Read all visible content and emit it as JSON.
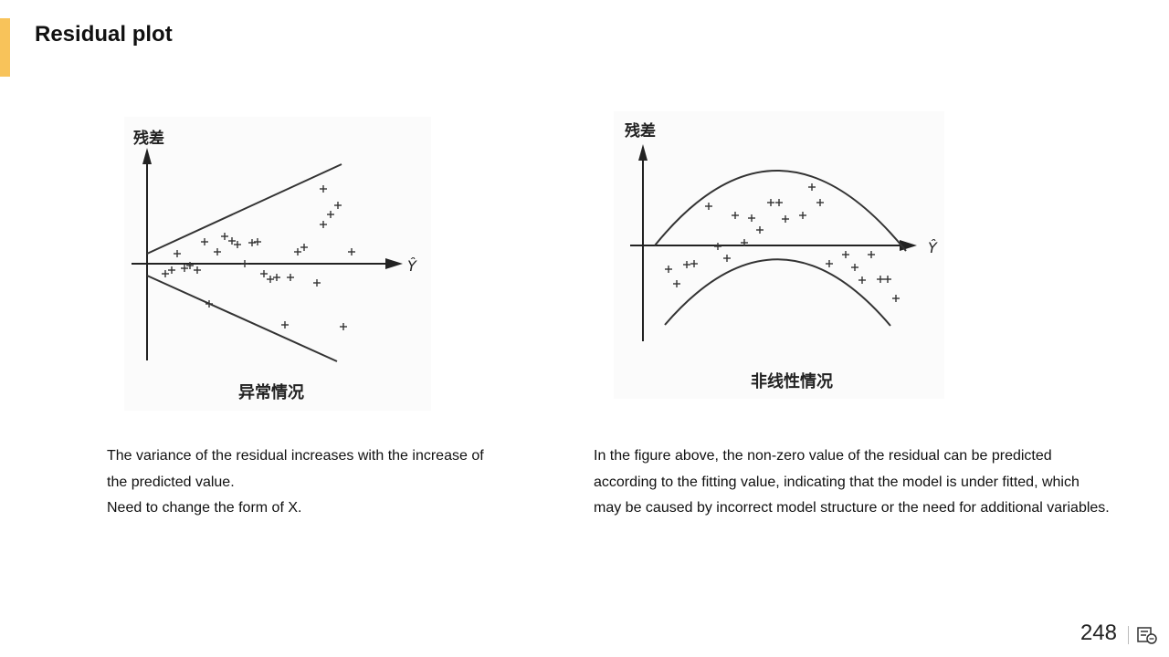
{
  "slide": {
    "title": "Residual plot",
    "page_number": "248",
    "accent_color": "#f8c35a"
  },
  "figures": [
    {
      "y_label": "残差",
      "x_label": "Ŷ",
      "caption": "异常情况",
      "pattern": "funnel (variance increasing with Ŷ)"
    },
    {
      "y_label": "残差",
      "x_label": "Ŷ",
      "caption": "非线性情况",
      "pattern": "curved band (nonlinear)"
    }
  ],
  "captions": {
    "left": {
      "line1": "The variance of the residual increases with the increase of",
      "line2": "the predicted value.",
      "line3": "Need to change the form of X."
    },
    "right": {
      "line1": "In the figure above, the non-zero value of the residual can be predicted",
      "line2": "according to the fitting value, indicating that the model is under fitted, which",
      "line3": "may be caused by incorrect model structure or the need for additional variables."
    }
  },
  "icons": {
    "footer": "notes-icon"
  }
}
